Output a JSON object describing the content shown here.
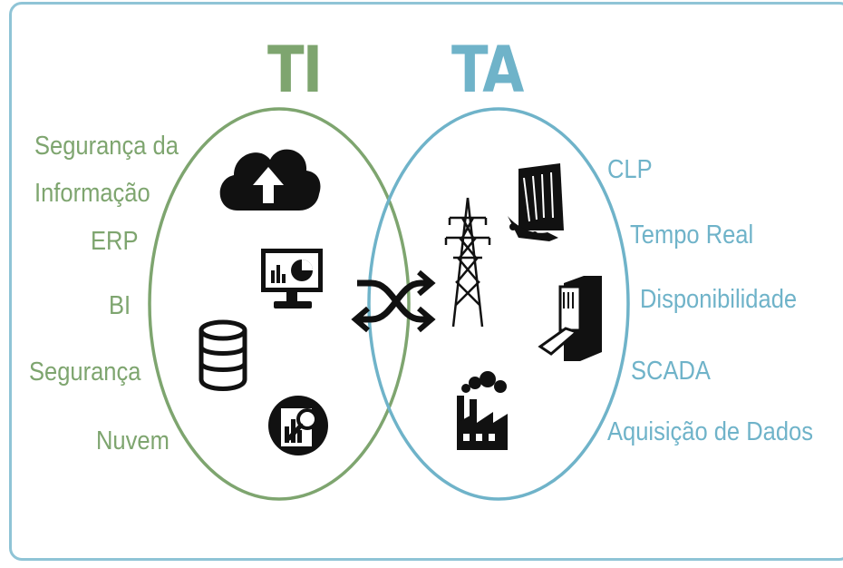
{
  "title_left": "TI",
  "title_right": "TA",
  "left_labels": {
    "seguranca_da": "Segurança da",
    "informacao": "Informação",
    "erp": "ERP",
    "bi": "BI",
    "seguranca": "Segurança",
    "nuvem": "Nuvem"
  },
  "right_labels": {
    "clp": "CLP",
    "tempo_real": "Tempo Real",
    "disponibilidade": "Disponibilidade",
    "scada": "SCADA",
    "aquisicao": "Aquisição de Dados"
  },
  "icons": [
    "cloud-upload-icon",
    "monitor-chart-icon",
    "database-icon",
    "search-report-icon",
    "crossing-arrows-icon",
    "power-tower-icon",
    "dam-icon",
    "card-reader-icon",
    "factory-icon"
  ],
  "colors": {
    "green": "#7ea56f",
    "blue": "#6fb3c9",
    "frame": "#8fc4d6"
  }
}
